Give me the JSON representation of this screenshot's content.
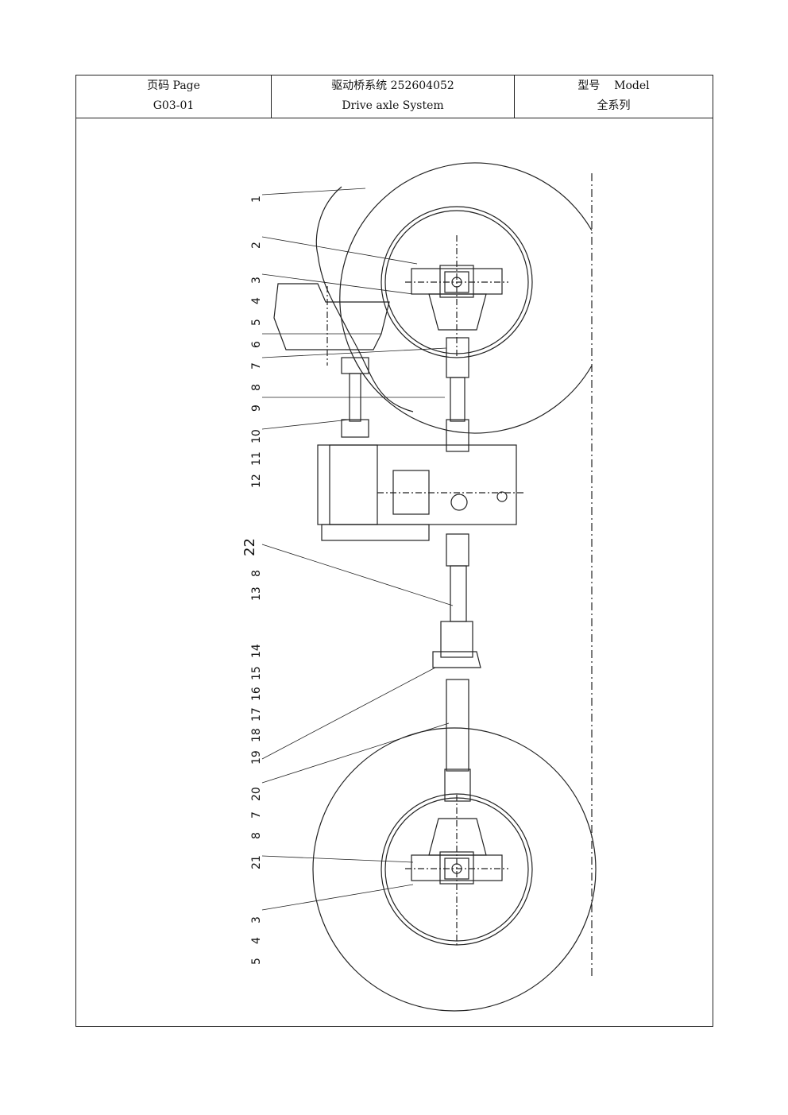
{
  "header": {
    "page_label": "页码 Page",
    "page_value": "G03-01",
    "title_cn": "驱动桥系统 252604052",
    "title_en": "Drive axle System",
    "model_label": "型号    Model",
    "model_value": "全系列"
  },
  "callouts": [
    {
      "id": "c1",
      "text": "1"
    },
    {
      "id": "c2",
      "text": "2"
    },
    {
      "id": "c3",
      "text": "3"
    },
    {
      "id": "c4",
      "text": "4"
    },
    {
      "id": "c5",
      "text": "5"
    },
    {
      "id": "c6",
      "text": "6"
    },
    {
      "id": "c7",
      "text": "7"
    },
    {
      "id": "c8",
      "text": "8"
    },
    {
      "id": "c9",
      "text": "9"
    },
    {
      "id": "c10",
      "text": "10"
    },
    {
      "id": "c11",
      "text": "11"
    },
    {
      "id": "c12",
      "text": "12"
    },
    {
      "id": "c22",
      "text": "22"
    },
    {
      "id": "c8b",
      "text": "8"
    },
    {
      "id": "c13",
      "text": "13"
    },
    {
      "id": "c14",
      "text": "14"
    },
    {
      "id": "c15",
      "text": "15"
    },
    {
      "id": "c16",
      "text": "16"
    },
    {
      "id": "c17",
      "text": "17"
    },
    {
      "id": "c18",
      "text": "18"
    },
    {
      "id": "c19",
      "text": "19"
    },
    {
      "id": "c20",
      "text": "20"
    },
    {
      "id": "c7b",
      "text": "7"
    },
    {
      "id": "c8c",
      "text": "8"
    },
    {
      "id": "c21",
      "text": "21"
    },
    {
      "id": "c3b",
      "text": "3"
    },
    {
      "id": "c4b",
      "text": "4"
    },
    {
      "id": "c5b",
      "text": "5"
    }
  ]
}
